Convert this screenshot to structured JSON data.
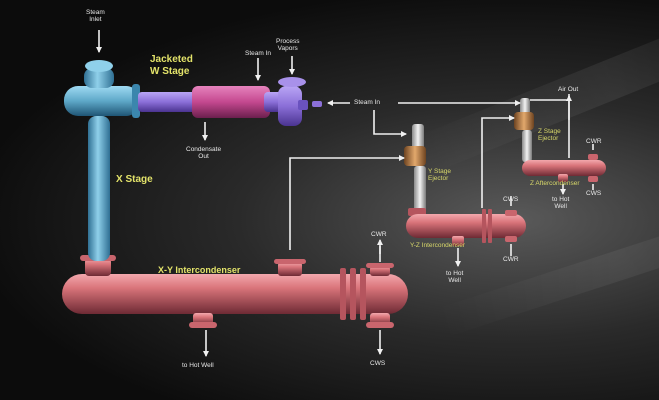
{
  "colors": {
    "pink": "#d9747a",
    "pink_dark": "#8e3c45",
    "blue": "#5ea8c8",
    "blue_dark": "#2f6f93",
    "purple": "#8b6fd8",
    "magenta": "#c4488f",
    "brass": "#c98a4e",
    "label_yellow": "#e3e36a",
    "flow_line": "#f0f0f0"
  },
  "labels": {
    "steam_inlet": "Steam\nInlet",
    "jacketed_w_stage": "Jacketed\nW Stage",
    "steam_in_top": "Steam In",
    "process_vapors": "Process\nVapors",
    "steam_in_mid": "Steam In",
    "air_out": "Air Out",
    "z_stage_ejector": "Z Stage\nEjector",
    "condensate_out": "Condensate\nOut",
    "x_stage": "X Stage",
    "y_stage_ejector": "Y Stage\nEjector",
    "z_aftercondenser": "Z Aftercondenser",
    "to_hot_well_z": "to Hot\nWell",
    "cwr_z": "CWR",
    "cws_z": "CWS",
    "y_z_intercondenser": "Y-Z Intercondenser",
    "cws_yz": "CWS",
    "cwr_yz": "CWR",
    "to_hot_well_yz": "to Hot\nWell",
    "cwr_xy": "CWR",
    "x_y_intercondenser": "X-Y Intercondenser",
    "to_hot_well_xy": "to Hot Well",
    "cws_xy": "CWS"
  }
}
